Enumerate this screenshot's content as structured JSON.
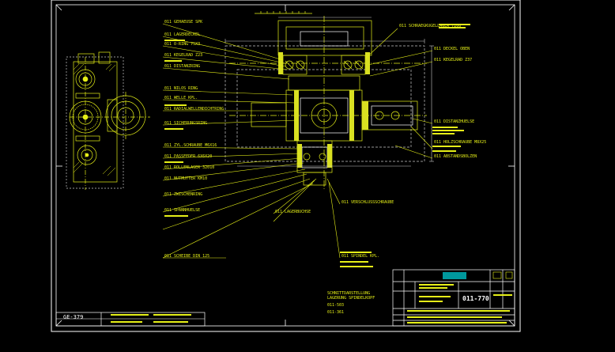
{
  "drawing": {
    "left_sheet_code": "GE-379",
    "drawing_number": "011-770",
    "note_lines": [
      "SCHNITTDARSTELLUNG",
      "LAGERUNG SPINDELKOPF",
      "011-503",
      "011-361"
    ],
    "callouts_left": [
      "011 GEHAEUSE SPK",
      "011 LAGERDECKEL",
      "011 O-RING 75X3",
      "011 KEGELRAD Z23",
      "011 DISTANZRING",
      "011 NILOS RING",
      "011 WELLE KPL.",
      "011 RADIALWELLENDICHTRING",
      "011 SICHERUNGSRING",
      "011 ZYL.SCHRAUBE M6X16",
      "011 PASSFEDER 6X6X20",
      "011 ROLLENLAGER 32010",
      "011 NUTMUTTER KM10",
      "011 ZWISCHENRING",
      "011 SPANNHUELSE",
      "011 SCHEIBE DIN 125"
    ],
    "callouts_right": [
      "011 SCHRAEGKUGELLAGER 7206",
      "011 DECKEL OBEN",
      "011 KEGELRAD Z37",
      "011 DISTANZHUELSE",
      "011 HOLZSCHRAUBE M8X25",
      "011 ABSTANDSBOLZEN"
    ],
    "callouts_bottom": [
      "011 LAGERBUCHSE",
      "011 VERSCHLUSSSCHRAUBE",
      "011 SPINDEL KPL."
    ]
  },
  "colors": {
    "background": "#000000",
    "geometry": "#e6f018",
    "frame": "#ffffff",
    "hidden": "#c8c8c8",
    "section_fill": "#d9e021",
    "accent": "#00d8e0"
  }
}
